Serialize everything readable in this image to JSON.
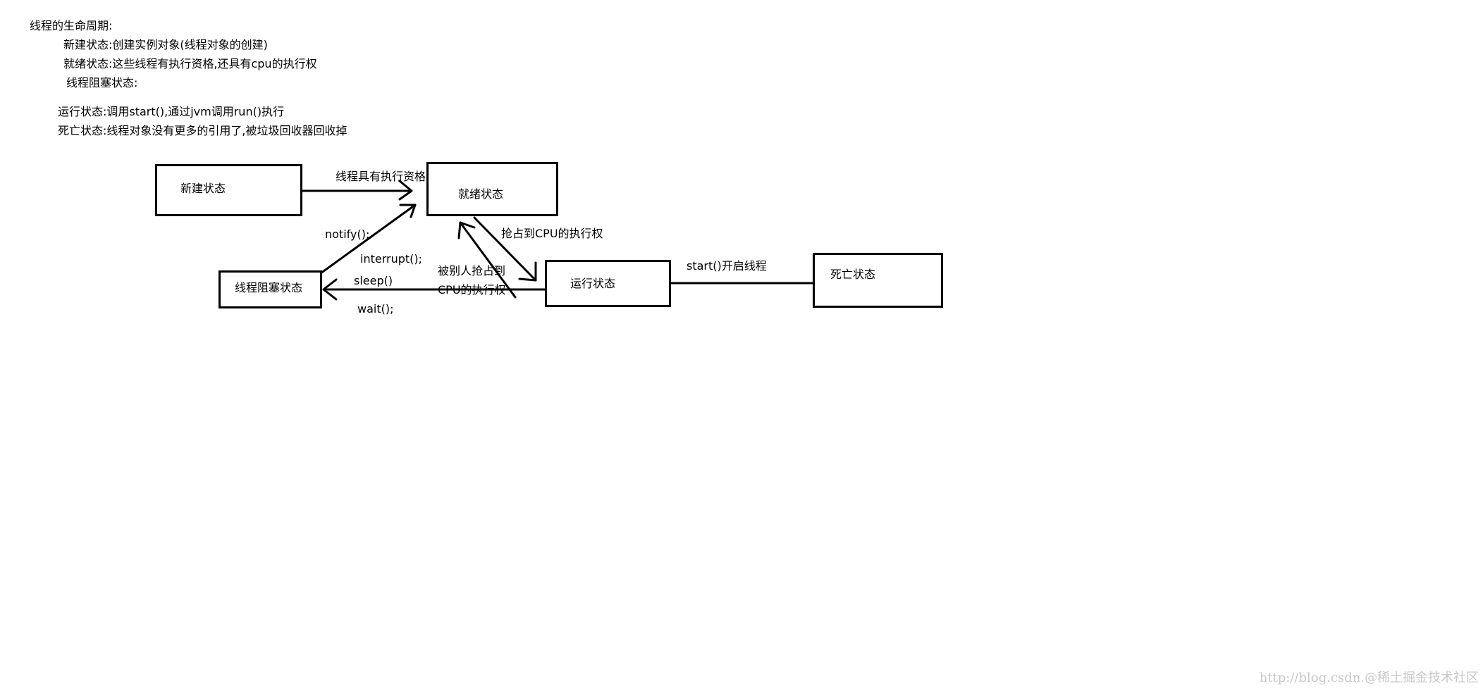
{
  "notes": {
    "title": "线程的生命周期:",
    "lines": [
      "新建状态:创建实例对象(线程对象的创建)",
      "就绪状态:这些线程有执行资格,还具有cpu的执行权",
      "线程阻塞状态:",
      "运行状态:调用start(),通过jvm调用run()执行",
      "死亡状态:线程对象没有更多的引用了,被垃圾回收器回收掉"
    ]
  },
  "nodes": {
    "new_state": "新建状态",
    "ready_state": "就绪状态",
    "blocked_state": "线程阻塞状态",
    "running_state": "运行状态",
    "dead_state": "死亡状态"
  },
  "edge_labels": {
    "new_to_ready": "线程具有执行资格",
    "ready_to_running": "抢占到CPU的执行权",
    "running_to_ready_1": "被别人抢占到",
    "running_to_ready_2": "CPU的执行权",
    "blocked_to_ready_1": "notify();",
    "blocked_to_ready_2": "interrupt();",
    "running_to_blocked_1": "sleep()",
    "running_to_blocked_2": "wait();",
    "running_to_dead": "start()开启线程"
  },
  "watermark": "http://blog.csdn.@稀土掘金技术社区"
}
